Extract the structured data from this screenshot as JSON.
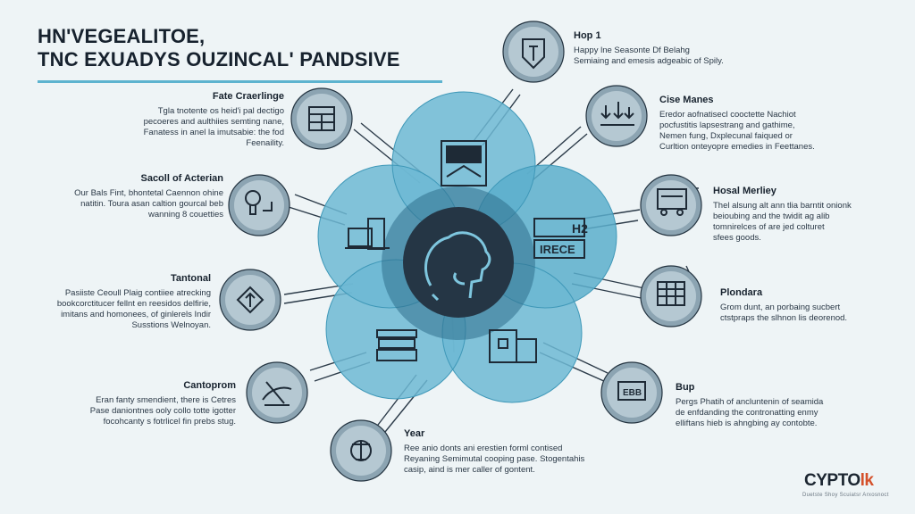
{
  "title": {
    "line1": "HN'VEGEALITOE,",
    "line2": "TNC EXUADYS OUZINCAL' PANDSIVE"
  },
  "blocks": [
    {
      "id": "top-right-1",
      "heading": "Hop 1",
      "lines": [
        "Happy lne Seasonte Df Belahg",
        "Semiaing and emesis adgeabic of Spily."
      ]
    },
    {
      "id": "left-1",
      "heading": "Fate Craerlinge",
      "lines": [
        "Tgla tnotente os heid'i pal dectigo",
        "pecoeres and aulthiies semting nane,",
        "Fanatess in anel la imutsabie: the fod",
        "Feenaility."
      ]
    },
    {
      "id": "right-2",
      "heading": "Cise Manes",
      "lines": [
        "Eredor aofnatisecl cooctette Nachiot",
        "pocfustitis lapsestrang and gathime,",
        "Nemen fung, Dxplecunal faiqued or",
        "Curltion onteyopre emedies in Feettanes."
      ]
    },
    {
      "id": "left-2",
      "heading": "Sacoll of Acterian",
      "lines": [
        "Our Bals Fint, bhontetal Caennon ohine",
        "natitin. Toura asan caltion gourcal beb",
        "wanning 8 couetties"
      ]
    },
    {
      "id": "right-3",
      "heading": "Hosal Merliey",
      "lines": [
        "Thel alsung alt ann tlia barntit onionk",
        "beioubing and the twidit ag alib",
        "tomnirelces of are jed colturet",
        "sfees goods."
      ]
    },
    {
      "id": "left-3",
      "heading": "Tantonal",
      "lines": [
        "Pasiiste Ceoull Plaig contiiee atrecking",
        "bookcorctitucer fellnt en reesidos delfirie,",
        "imitans and homonees, of ginlerels Indir",
        "Susstions Welnoyan."
      ]
    },
    {
      "id": "right-4",
      "heading": "Plondara",
      "lines": [
        "Grom dunt, an porbaing sucbert",
        "ctstpraps the slhnon lis deorenod."
      ]
    },
    {
      "id": "left-4",
      "heading": "Cantoprom",
      "lines": [
        "Eran fanty smendient, there is Cetres",
        "Pase daniontnes ooly collo totte igotter",
        "focohcanty s fotrlicel fin prebs stug."
      ]
    },
    {
      "id": "right-5",
      "heading": "Bup",
      "lines": [
        "Pergs Phatih of ancluntenin of seamida",
        "de enfdanding the contronatting enmy",
        "elliftans hieb is ahngbing ay contobte."
      ]
    },
    {
      "id": "bottom",
      "heading": "Year",
      "lines": [
        "Ree anio donts ani erestien forml contised",
        "Reyaning Semimutal cooping pase. Stogentahis",
        "casip, aind is mer caller of gontent."
      ]
    }
  ],
  "logo": {
    "main": "CYPTO",
    "accent": "lk",
    "sub": "Duetste Shoy Scuiatsr Arxosnoct"
  },
  "colors": {
    "accent": "#5db3cf",
    "dark": "#243441",
    "light_circle": "#a9c8d6",
    "background": "#eef4f6"
  },
  "icons": [
    "shield-icon",
    "window-grid-icon",
    "bulb-icon",
    "arrows-down-icon",
    "car-icon",
    "arrow-up-icon",
    "building-icon",
    "desk-icon",
    "tag-icon",
    "globe-stand-icon",
    "head-icon",
    "monitor-icon",
    "pickaxe-icon",
    "stamp-icon",
    "blocks-icon",
    "landscape-icon"
  ]
}
